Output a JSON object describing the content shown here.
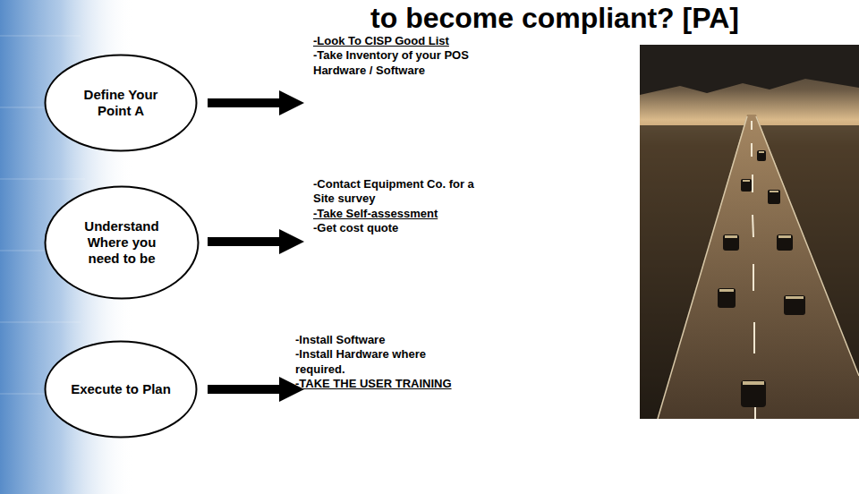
{
  "diagram": {
    "title": "to become compliant? [PA]",
    "nodes": [
      {
        "text": [
          "Define Your Point A"
        ]
      },
      {
        "text": [
          "Understand Where you need to be"
        ]
      },
      {
        "text": [
          "Execute to Plan"
        ]
      }
    ],
    "labels": [
      "-Look To CISP Good List",
      "-Take Inventory of your POS Hardware / Software",
      "-Contact Equipment Co. for a Site survey",
      "-Take Self-assessment",
      "-Get cost quote",
      "-Install Software",
      "-Install Hardware where required.",
      "-TAKE THE USER TRAINING"
    ]
  }
}
